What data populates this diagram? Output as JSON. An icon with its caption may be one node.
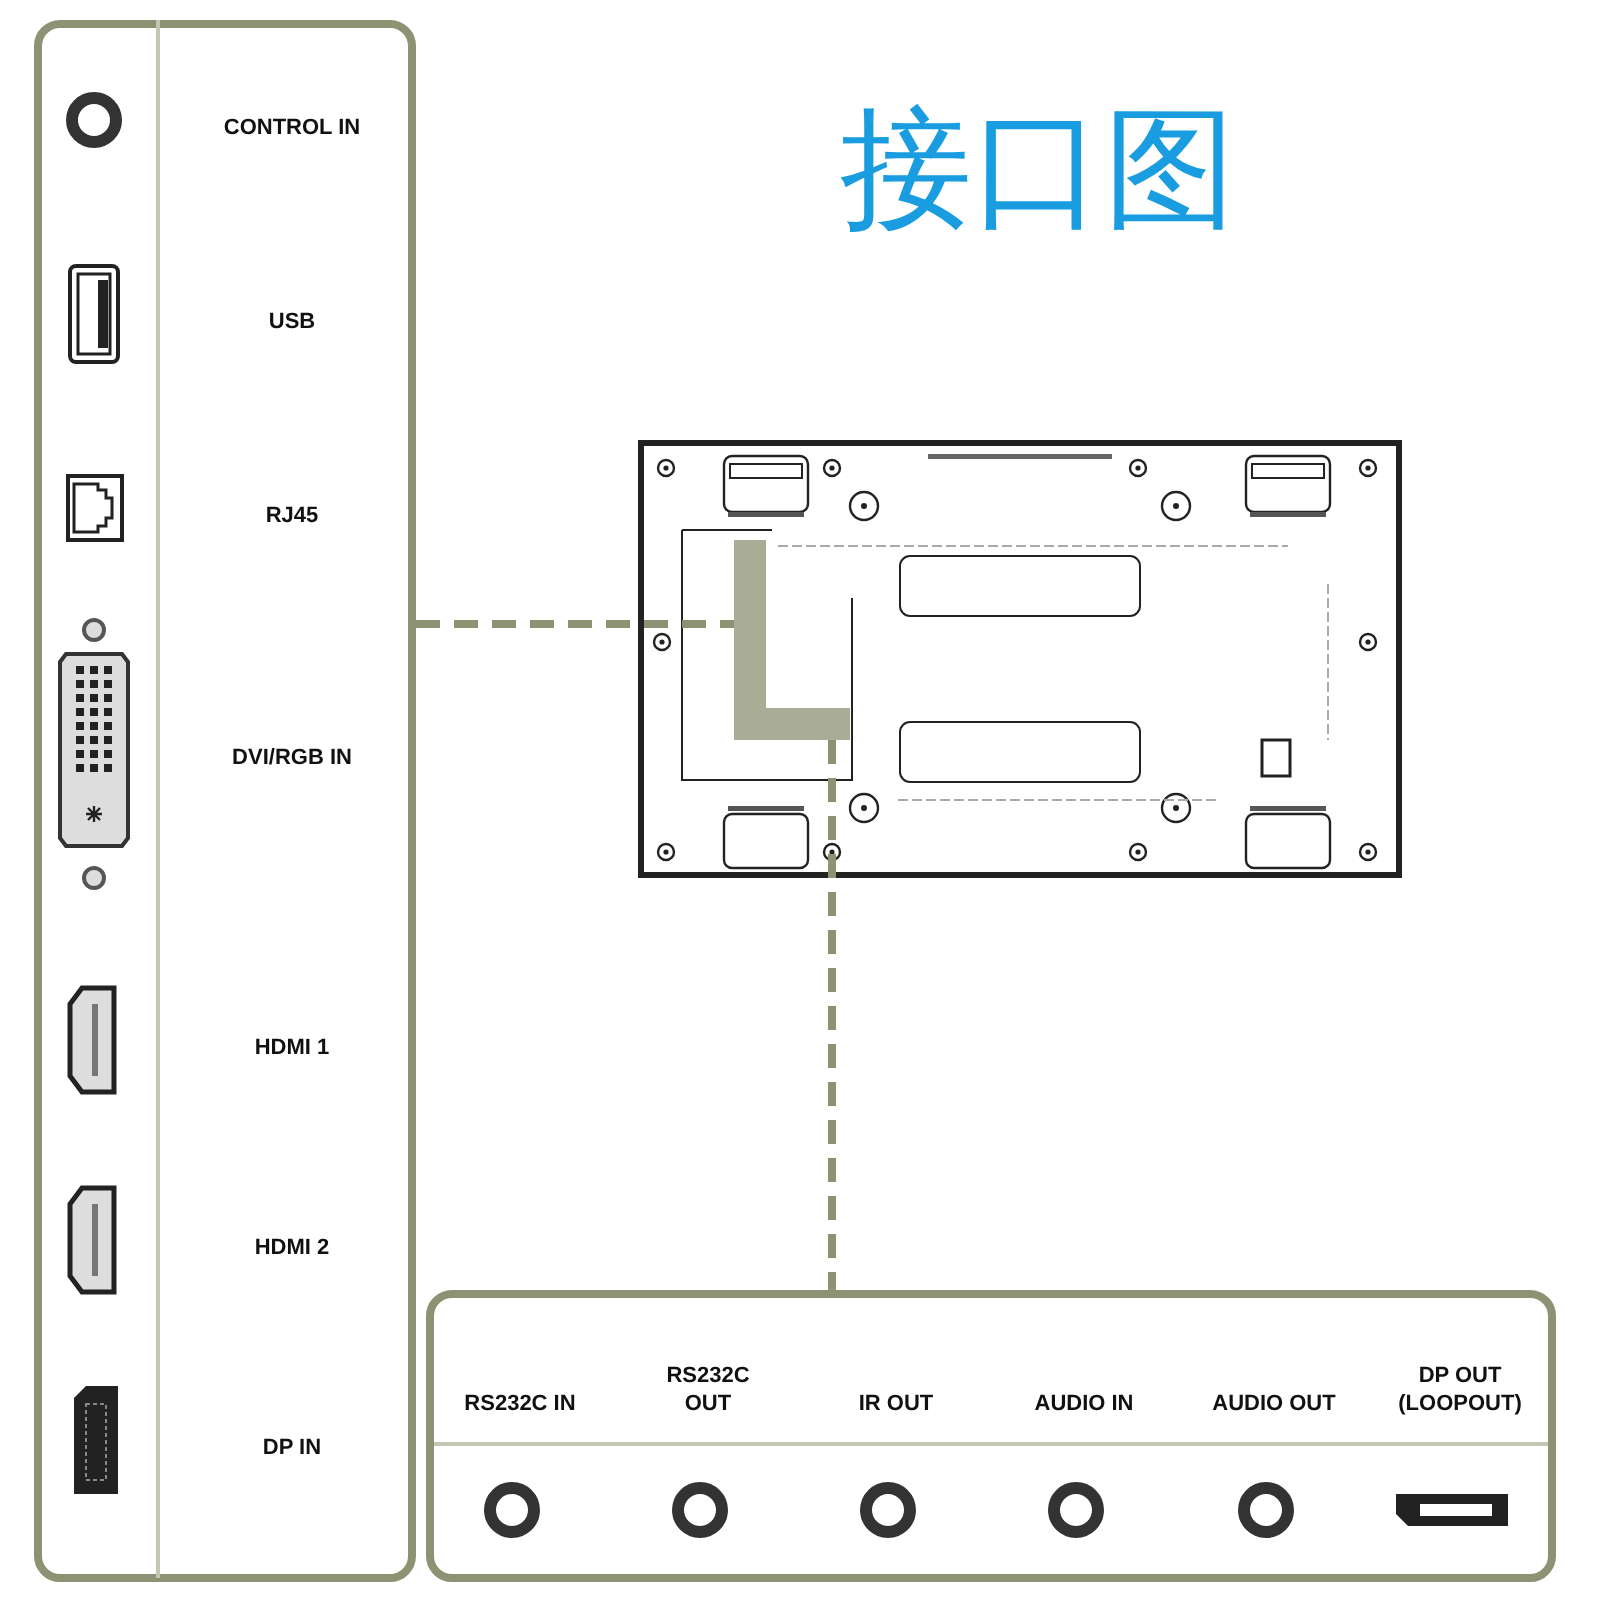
{
  "diagram": {
    "title": "接口图",
    "nodes": [
      {
        "text": [
          "CONTROL IN",
          "USB",
          "RJ45",
          "DVI/RGB IN",
          "HDMI 1",
          "HDMI 2",
          "DP IN"
        ]
      },
      {
        "text": [],
        "shape": "picture"
      },
      {
        "text": [],
        "shape": "box",
        "in": 1
      },
      {
        "text": [
          "RS232C IN",
          "RS232C OUT",
          "IR OUT",
          "AUDIO IN",
          "AUDIO OUT",
          "DP OUT (LOOPOUT)"
        ]
      }
    ],
    "edges": [
      {
        "from": 0,
        "to": 2,
        "arrow": "none",
        "style": "dashed"
      },
      {
        "from": 2,
        "to": 3,
        "arrow": "none",
        "style": "dashed"
      }
    ]
  }
}
